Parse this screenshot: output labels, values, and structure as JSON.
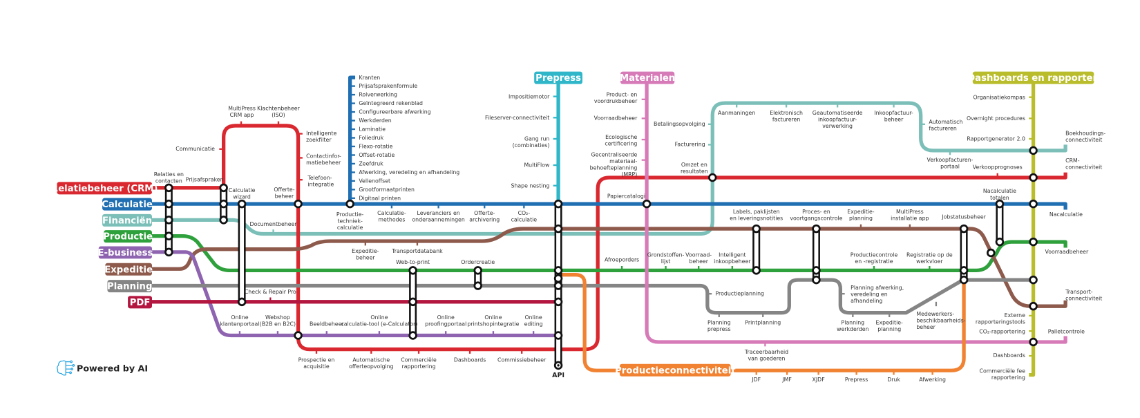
{
  "colors": {
    "crm": "#d9282f",
    "calculatie": "#1f6fb2",
    "financien": "#7bbfb8",
    "productie": "#2ea03c",
    "ebusiness": "#8e63b0",
    "expeditie": "#8d5a4c",
    "planning": "#858585",
    "pdf": "#b3163f",
    "prepress": "#2fb6c9",
    "materialen": "#d77ab8",
    "dashboards": "#b9bd2c",
    "productieconnectiviteit": "#f08232"
  },
  "lines": {
    "crm": "Relatiebeheer (CRM)",
    "calculatie": "Calculatie",
    "financien": "Financiën",
    "productie": "Productie",
    "ebusiness": "E-business",
    "expeditie": "Expeditie",
    "planning": "Planning",
    "pdf": "PDF",
    "prepress": "Prepress",
    "materialen": "Materialen",
    "dashboards": "Dashboards en rapporten",
    "productieconnectiviteit": "Productieconnectiviteit"
  },
  "api_label": "API",
  "brand": {
    "icon": "brain-circuit-icon",
    "text": "Powered by AI"
  },
  "stations": {
    "crm": [
      "Relaties en contacten",
      "Prijsafspraken",
      "Communicatie",
      "MultiPress CRM app",
      "Klachtenbeheer (ISO)",
      "Intelligente zoekfilter",
      "Contactinfor-matiebeheer",
      "Telefoon-integratie",
      "Offerte-beheer",
      "Prospectie en acquisitie",
      "Automatische offerteopvolging",
      "Commerciële rapportering",
      "Dashboards",
      "Commissiebeheer",
      "Omzet en resultaten",
      "Verkoopprognoses",
      "CRM-connectiviteit"
    ],
    "calculatie": [
      "Calculatie wizard",
      "Productie-techniek-calculatie",
      "Calculatie-methodes",
      "Leveranciers en onderaannemingen",
      "Offerte-archivering",
      "CO₂-calculatie",
      "Papiercatalogi",
      "Nacalculatie totalen",
      "Nacalculatie"
    ],
    "calculatie_branch": [
      "Kranten",
      "Prijsafsprakenformule",
      "Rolverwerking",
      "Geïntegreerd rekenblad",
      "Configureerbare afwerking",
      "Werkderden",
      "Laminatie",
      "Foliedruk",
      "Flexo-rotatie",
      "Offset-rotatie",
      "Zeefdruk",
      "Afwerking, veredeling en afhandeling",
      "Vellenoffset",
      "Grootformaatprinten",
      "Digitaal printen"
    ],
    "financien": [
      "Documentbeheer",
      "Betalingsopvolging",
      "Facturering",
      "Aanmaningen",
      "Elektronisch factureren",
      "Geautomatiseerde inkoopfactuur-verwerking",
      "Inkoopfactuur-beheer",
      "Automatisch factureren",
      "Verkoopfacturen-portaal",
      "Boekhoudings-connectiviteit"
    ],
    "productie": [
      "Web-to-print",
      "Ordercreatie",
      "Afroeporders",
      "Grondstoffen-lijst",
      "Voorraad-beheer",
      "Intelligent inkoopbeheer",
      "Productiecontrole en -registratie",
      "Registratie op de werkvloer",
      "Voorraadbeheer"
    ],
    "ebusiness": [
      "Online klantenportaal",
      "Webshop (B2B en B2C)",
      "Beeldbeheer",
      "Online calculatie-tool (e-Calculator)",
      "Online proofingportaal",
      "Online printshopintegratie",
      "Online editing"
    ],
    "expeditie": [
      "Expeditie-beheer",
      "Transportdatabank",
      "Labels, paklijsten en leveringsnotities",
      "Proces- en voortgangscontrole",
      "Expeditie-planning",
      "MultiPress installatie app",
      "Jobstatusbeheer",
      "Transport-connectiviteit"
    ],
    "planning": [
      "Productieplanning",
      "Planning prepress",
      "Printplanning",
      "Planning afwerking, veredeling en afhandeling",
      "Planning werkderden",
      "Expeditie-planning",
      "Medewerkers-beschikbaarheids-beheer"
    ],
    "pdf": [
      "Check & Repair Pro"
    ],
    "prepress": [
      "Impositiemotor",
      "Fileserver-connectiviteit",
      "Gang run (combinaties)",
      "MultiFlow",
      "Shape nesting"
    ],
    "materialen": [
      "Product- en voordrukbeheer",
      "Voorraadbeheer",
      "Ecologische certificering",
      "Gecentraliseerde materiaal-behoefteplanning (MRP)",
      "Traceerbaarheid van goederen",
      "Palletcontrole"
    ],
    "dashboards": [
      "Organisatiekompas",
      "Overnight procedures",
      "Rapportgenerator 2.0",
      "Externe rapporteringstools",
      "CO₂-rapportering",
      "Dashboards",
      "Commerciële fee rapportering"
    ],
    "productieconnectiviteit": [
      "JDF",
      "JMF",
      "XJDF",
      "Prepress",
      "Druk",
      "Afwerking"
    ]
  }
}
